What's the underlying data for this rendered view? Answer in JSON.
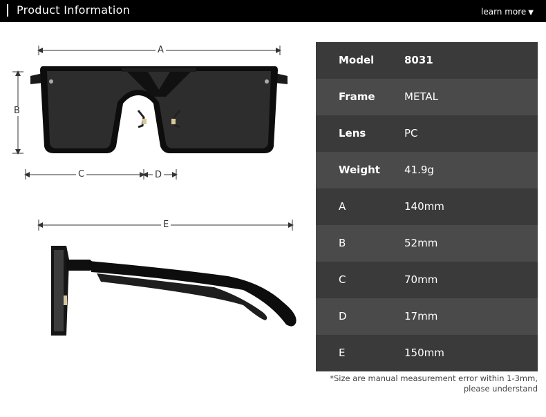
{
  "header": {
    "title": "Product Information",
    "link_label": "learn more",
    "link_icon": "triangle-down-icon"
  },
  "dimension_labels": {
    "a": "A",
    "b": "B",
    "c": "C",
    "d": "D",
    "e": "E"
  },
  "specs": [
    {
      "key": "Model",
      "value": "8031"
    },
    {
      "key": "Frame",
      "value": "METAL"
    },
    {
      "key": "Lens",
      "value": "PC"
    },
    {
      "key": "Weight",
      "value": "41.9g"
    },
    {
      "key": "A",
      "value": "140mm"
    },
    {
      "key": "B",
      "value": "52mm"
    },
    {
      "key": "C",
      "value": "70mm"
    },
    {
      "key": "D",
      "value": "17mm"
    },
    {
      "key": "E",
      "value": "150mm"
    }
  ],
  "note": {
    "line1": "*Size are manual measurement error within 1-3mm,",
    "line2": "please understand"
  },
  "colors": {
    "header_bg": "#000000",
    "row_dark": "#3a3a3a",
    "row_light": "#4a4a4a",
    "lens": "#2b2b2b",
    "frame": "#0d0d0d"
  }
}
